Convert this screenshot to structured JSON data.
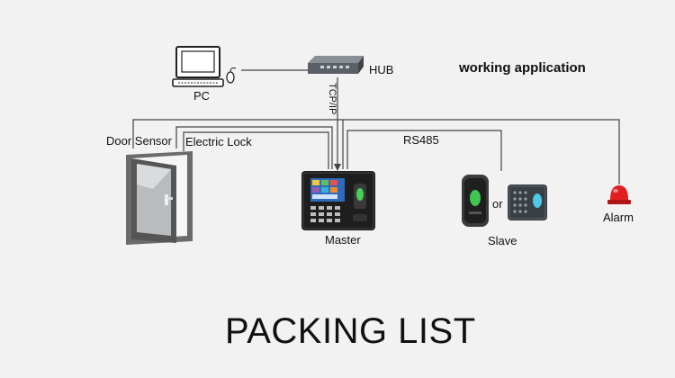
{
  "heading": "working application",
  "devices": {
    "pc": "PC",
    "hub": "HUB",
    "master": "Master",
    "slave": "Slave",
    "alarm": "Alarm",
    "door_sensor": "Door Sensor",
    "electric_lock": "Electric Lock",
    "or_text": "or"
  },
  "links": {
    "tcp_ip": "TCP/IP",
    "rs485": "RS485"
  },
  "footer_title": "PACKING LIST",
  "colors": {
    "background": "#f2f2f2",
    "line": "#444444",
    "alarm_red": "#e02020",
    "device_dark": "#1e1e1e"
  }
}
